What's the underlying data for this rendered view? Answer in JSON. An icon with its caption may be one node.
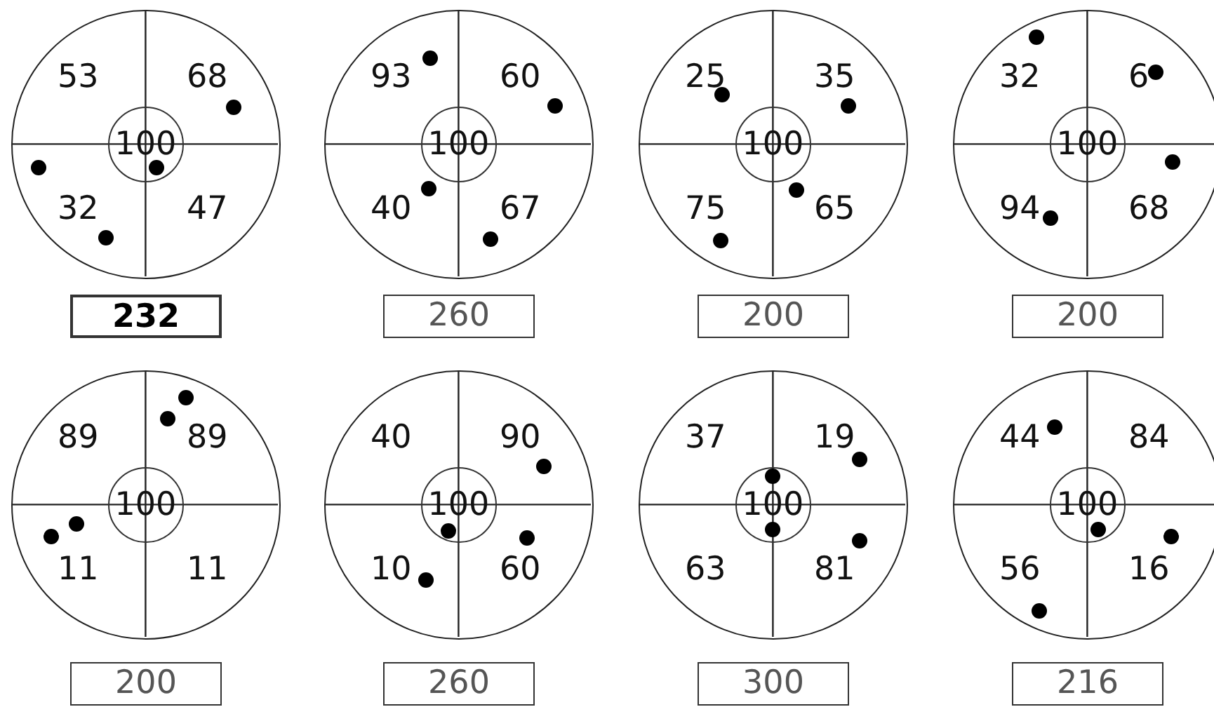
{
  "diagram": {
    "nodes": [
      {
        "text": [
          "53",
          "68",
          "32",
          "47"
        ]
      },
      {
        "text": [
          "100"
        ],
        "in": 0
      },
      {
        "text": [
          "93",
          "60",
          "40",
          "67"
        ]
      },
      {
        "text": [
          "100"
        ],
        "in": 2
      },
      {
        "text": [
          "25",
          "35",
          "75",
          "65"
        ]
      },
      {
        "text": [
          "100"
        ],
        "in": 4
      },
      {
        "text": [
          "32",
          "6",
          "94",
          "68"
        ]
      },
      {
        "text": [
          "100"
        ],
        "in": 6
      },
      {
        "text": [
          "232"
        ]
      },
      {
        "text": [
          "260"
        ]
      },
      {
        "text": [
          "200"
        ]
      },
      {
        "text": [
          "200"
        ]
      },
      {
        "text": [
          "89",
          "89",
          "11",
          "11"
        ]
      },
      {
        "text": [
          "100"
        ],
        "in": 12
      },
      {
        "text": [
          "40",
          "90",
          "10",
          "60"
        ]
      },
      {
        "text": [
          "100"
        ],
        "in": 14
      },
      {
        "text": [
          "37",
          "19",
          "63",
          "81"
        ]
      },
      {
        "text": [
          "100"
        ],
        "in": 16
      },
      {
        "text": [
          "44",
          "84",
          "56",
          "16"
        ]
      },
      {
        "text": [
          "100"
        ],
        "in": 18
      },
      {
        "text": [
          "200"
        ]
      },
      {
        "text": [
          "260"
        ]
      },
      {
        "text": [
          "300"
        ]
      },
      {
        "text": [
          "216"
        ]
      }
    ]
  }
}
